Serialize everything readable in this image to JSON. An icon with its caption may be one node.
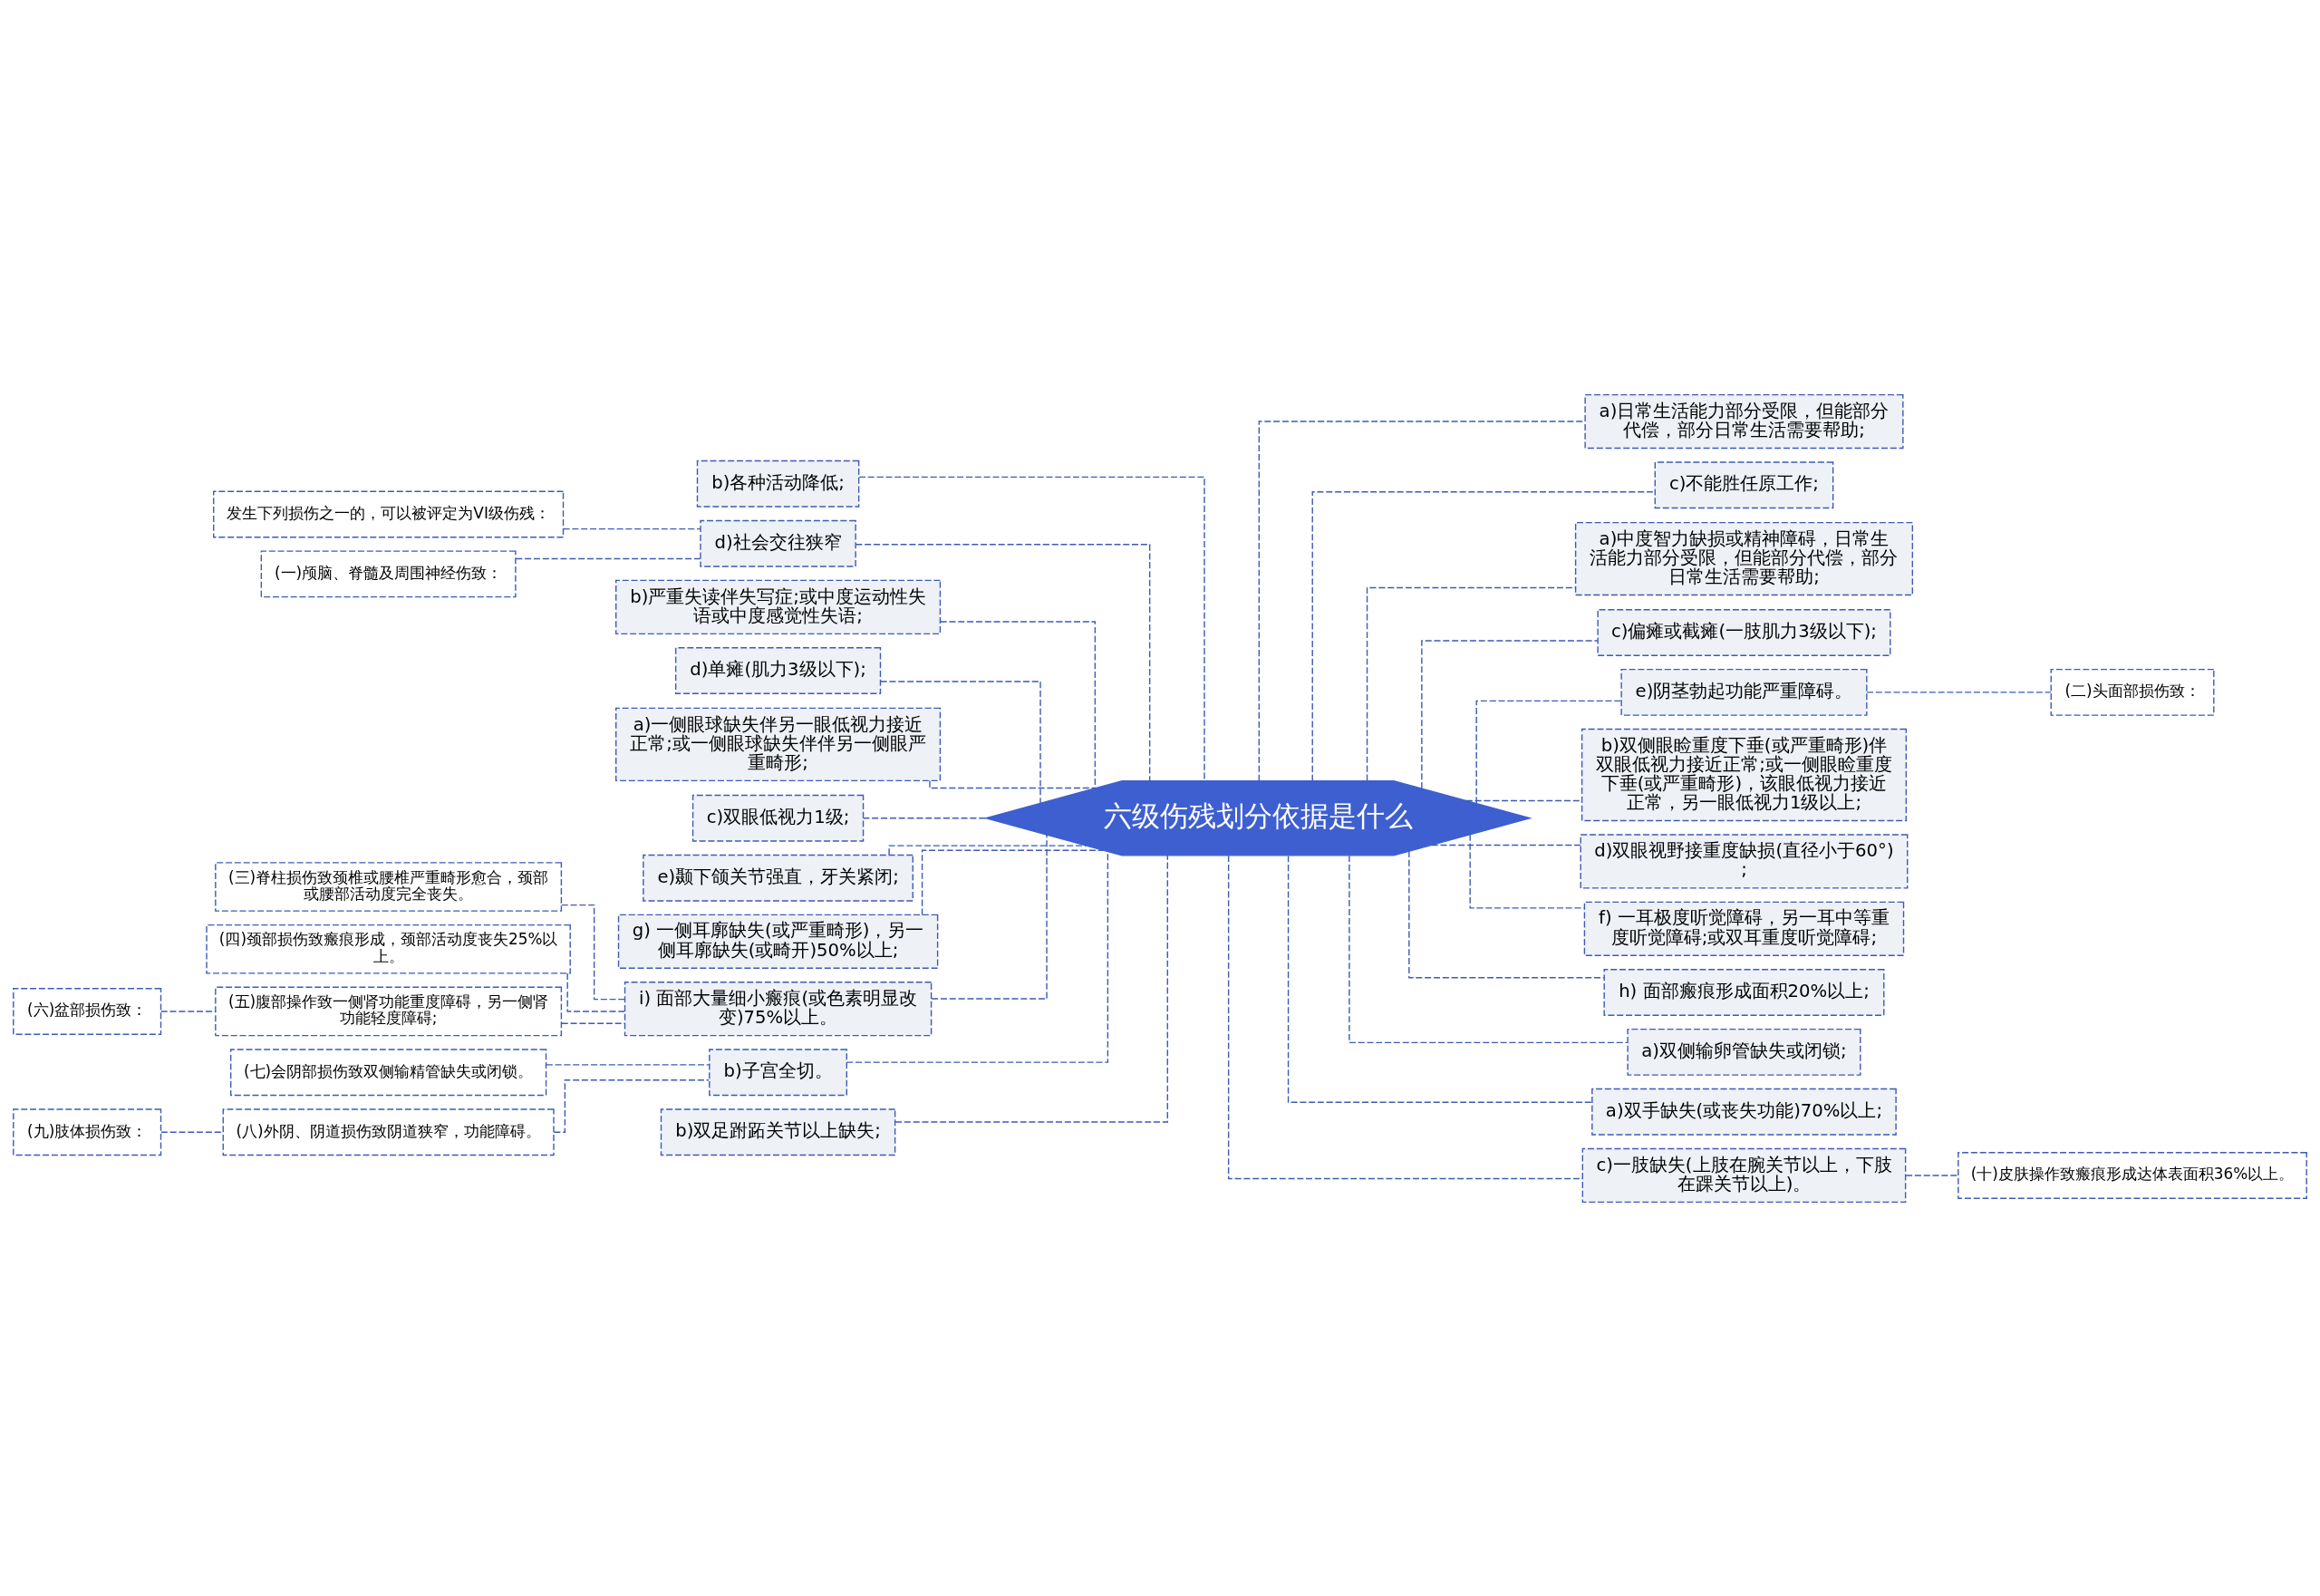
{
  "diagram": {
    "nodes": [
      {
        "text": [
          "六级伤残划分依据是什么"
        ]
      },
      {
        "text": [
          "b)各种活动降低;"
        ]
      },
      {
        "text": [
          "d)社会交往狭窄"
        ]
      },
      {
        "text": [
          "发生下列损伤之一的，可以被评定为VI级伤残："
        ]
      },
      {
        "text": [
          "(一)颅脑、脊髓及周围神经伤致："
        ]
      },
      {
        "text": [
          "b)严重失读伴失写症;或中度运动性失语或中度感觉性失语;"
        ]
      },
      {
        "text": [
          "d)单瘫(肌力3级以下);"
        ]
      },
      {
        "text": [
          "a)一侧眼球缺失伴另一眼低视力接近正常;或一侧眼球缺失伴伴另一侧眼严重畸形;"
        ]
      },
      {
        "text": [
          "c)双眼低视力1级;"
        ]
      },
      {
        "text": [
          "e)颞下颌关节强直，牙关紧闭;"
        ]
      },
      {
        "text": [
          "g) 一侧耳廓缺失(或严重畸形)，另一侧耳廓缺失(或畸开)50%以上;"
        ]
      },
      {
        "text": [
          "i) 面部大量细小瘢痕(或色素明显改变)75%以上。"
        ]
      },
      {
        "text": [
          "(三)脊柱损伤致颈椎或腰椎严重畸形愈合，颈部或腰部活动度完全丧失。"
        ]
      },
      {
        "text": [
          "(四)颈部损伤致瘢痕形成，颈部活动度丧失25%以上。"
        ]
      },
      {
        "text": [
          "(五)腹部操作致一侧肾功能重度障碍，另一侧肾功能轻度障碍;"
        ]
      },
      {
        "text": [
          "(六)盆部损伤致："
        ]
      },
      {
        "text": [
          "b)子宫全切。"
        ]
      },
      {
        "text": [
          "(七)会阴部损伤致双侧输精管缺失或闭锁。"
        ]
      },
      {
        "text": [
          "(八)外阴、阴道损伤致阴道狭窄，功能障碍。"
        ]
      },
      {
        "text": [
          "(九)肢体损伤致："
        ]
      },
      {
        "text": [
          "b)双足跗跖关节以上缺失;"
        ]
      },
      {
        "text": [
          "a)日常生活能力部分受限，但能部分代偿，部分日常生活需要帮助;"
        ]
      },
      {
        "text": [
          "c)不能胜任原工作;"
        ]
      },
      {
        "text": [
          "a)中度智力缺损或精神障碍，日常生活能力部分受限，但能部分代偿，部分日常生活需要帮助;"
        ]
      },
      {
        "text": [
          "c)偏瘫或截瘫(一肢肌力3级以下);"
        ]
      },
      {
        "text": [
          "e)阴茎勃起功能严重障碍。"
        ]
      },
      {
        "text": [
          "(二)头面部损伤致："
        ]
      },
      {
        "text": [
          "b)双侧眼睑重度下垂(或严重畸形)伴双眼低视力接近正常;或一侧眼睑重度下垂(或严重畸形)，该眼低视力接近正常，另一眼低视力1级以上;"
        ]
      },
      {
        "text": [
          "d)双眼视野接重度缺损(直径小于60°);"
        ]
      },
      {
        "text": [
          "f) 一耳极度听觉障碍，另一耳中等重度听觉障碍;或双耳重度听觉障碍;"
        ]
      },
      {
        "text": [
          "h) 面部瘢痕形成面积20%以上;"
        ]
      },
      {
        "text": [
          "a)双侧输卵管缺失或闭锁;"
        ]
      },
      {
        "text": [
          "a)双手缺失(或丧失功能)70%以上;"
        ]
      },
      {
        "text": [
          "c)一肢缺失(上肢在腕关节以上，下肢在踝关节以上)。"
        ]
      },
      {
        "text": [
          "(十)皮肤操作致瘢痕形成达体表面积36%以上。"
        ]
      }
    ],
    "edges": [
      {
        "from": 0,
        "to": 1,
        "arrow": "none",
        "style": "dashed"
      },
      {
        "from": 0,
        "to": 2,
        "arrow": "none",
        "style": "dashed"
      },
      {
        "from": 2,
        "to": 3,
        "arrow": "none",
        "style": "dashed"
      },
      {
        "from": 2,
        "to": 4,
        "arrow": "none",
        "style": "dashed"
      },
      {
        "from": 0,
        "to": 5,
        "arrow": "none",
        "style": "dashed"
      },
      {
        "from": 0,
        "to": 6,
        "arrow": "none",
        "style": "dashed"
      },
      {
        "from": 0,
        "to": 7,
        "arrow": "none",
        "style": "dashed"
      },
      {
        "from": 0,
        "to": 8,
        "arrow": "none",
        "style": "dashed"
      },
      {
        "from": 0,
        "to": 9,
        "arrow": "none",
        "style": "dashed"
      },
      {
        "from": 0,
        "to": 10,
        "arrow": "none",
        "style": "dashed"
      },
      {
        "from": 0,
        "to": 11,
        "arrow": "none",
        "style": "dashed"
      },
      {
        "from": 11,
        "to": 12,
        "arrow": "none",
        "style": "dashed"
      },
      {
        "from": 11,
        "to": 13,
        "arrow": "none",
        "style": "dashed"
      },
      {
        "from": 11,
        "to": 14,
        "arrow": "none",
        "style": "dashed"
      },
      {
        "from": 14,
        "to": 15,
        "arrow": "none",
        "style": "dashed"
      },
      {
        "from": 0,
        "to": 16,
        "arrow": "none",
        "style": "dashed"
      },
      {
        "from": 16,
        "to": 17,
        "arrow": "none",
        "style": "dashed"
      },
      {
        "from": 16,
        "to": 18,
        "arrow": "none",
        "style": "dashed"
      },
      {
        "from": 18,
        "to": 19,
        "arrow": "none",
        "style": "dashed"
      },
      {
        "from": 0,
        "to": 20,
        "arrow": "none",
        "style": "dashed"
      },
      {
        "from": 0,
        "to": 21,
        "arrow": "none",
        "style": "dashed"
      },
      {
        "from": 0,
        "to": 22,
        "arrow": "none",
        "style": "dashed"
      },
      {
        "from": 0,
        "to": 23,
        "arrow": "none",
        "style": "dashed"
      },
      {
        "from": 0,
        "to": 24,
        "arrow": "none",
        "style": "dashed"
      },
      {
        "from": 0,
        "to": 25,
        "arrow": "none",
        "style": "dashed"
      },
      {
        "from": 25,
        "to": 26,
        "arrow": "none",
        "style": "dashed"
      },
      {
        "from": 0,
        "to": 27,
        "arrow": "none",
        "style": "dashed"
      },
      {
        "from": 0,
        "to": 28,
        "arrow": "none",
        "style": "dashed"
      },
      {
        "from": 0,
        "to": 29,
        "arrow": "none",
        "style": "dashed"
      },
      {
        "from": 0,
        "to": 30,
        "arrow": "none",
        "style": "dashed"
      },
      {
        "from": 0,
        "to": 31,
        "arrow": "none",
        "style": "dashed"
      },
      {
        "from": 0,
        "to": 32,
        "arrow": "none",
        "style": "dashed"
      },
      {
        "from": 0,
        "to": 33,
        "arrow": "none",
        "style": "dashed"
      },
      {
        "from": 33,
        "to": 34,
        "arrow": "none",
        "style": "dashed"
      }
    ]
  }
}
